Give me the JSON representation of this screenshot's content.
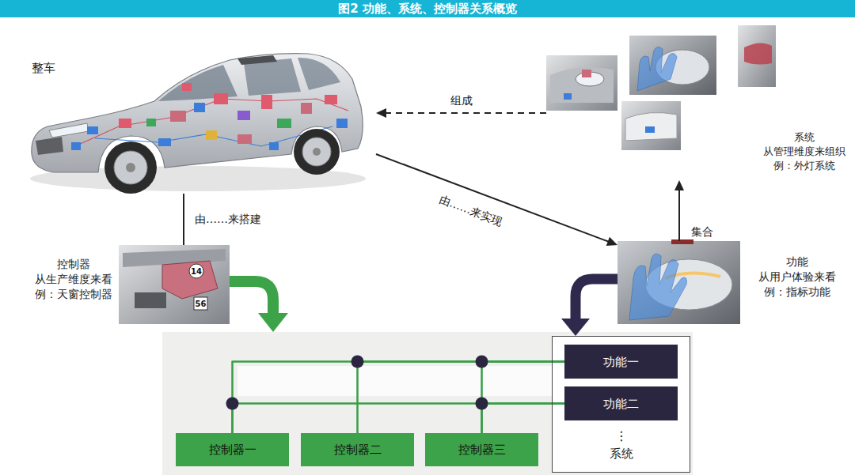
{
  "diagram": {
    "title": "图2 功能、系统、控制器关系概览",
    "nodes": [
      {
        "text": [
          "整车"
        ]
      },
      {
        "text": [
          "系统",
          "从管理维度来组织",
          "例：外灯系统"
        ]
      },
      {
        "text": [
          "功能",
          "从用户体验来看",
          "例：指标功能"
        ]
      },
      {
        "text": [
          "控制器",
          "从生产维度来看",
          "例：天窗控制器"
        ]
      },
      {
        "text": [
          "控制器一"
        ]
      },
      {
        "text": [
          "控制器二"
        ]
      },
      {
        "text": [
          "控制器三"
        ]
      },
      {
        "text": [
          "系统"
        ]
      },
      {
        "text": [
          "功能一"
        ],
        "in": 7
      },
      {
        "text": [
          "功能二"
        ],
        "in": 7
      }
    ],
    "edges": [
      {
        "from": 1,
        "to": 0,
        "label": "组成",
        "arrow": "to"
      },
      {
        "from": 0,
        "to": 3,
        "label": "由……来搭建",
        "arrow": "none"
      },
      {
        "from": 0,
        "to": 2,
        "label": "由……来实现",
        "arrow": "to"
      },
      {
        "from": 2,
        "to": 1,
        "label": "集合",
        "arrow": "to"
      },
      {
        "from": 2,
        "to": 7,
        "arrow": "to"
      },
      {
        "from": 4,
        "to": 8,
        "arrow": "none"
      },
      {
        "from": 4,
        "to": 9,
        "arrow": "none"
      },
      {
        "from": 5,
        "to": 8,
        "arrow": "none"
      },
      {
        "from": 6,
        "to": 8,
        "arrow": "none"
      },
      {
        "from": 6,
        "to": 9,
        "arrow": "none"
      }
    ],
    "labels": [
      "14",
      "56",
      "⋮"
    ]
  }
}
